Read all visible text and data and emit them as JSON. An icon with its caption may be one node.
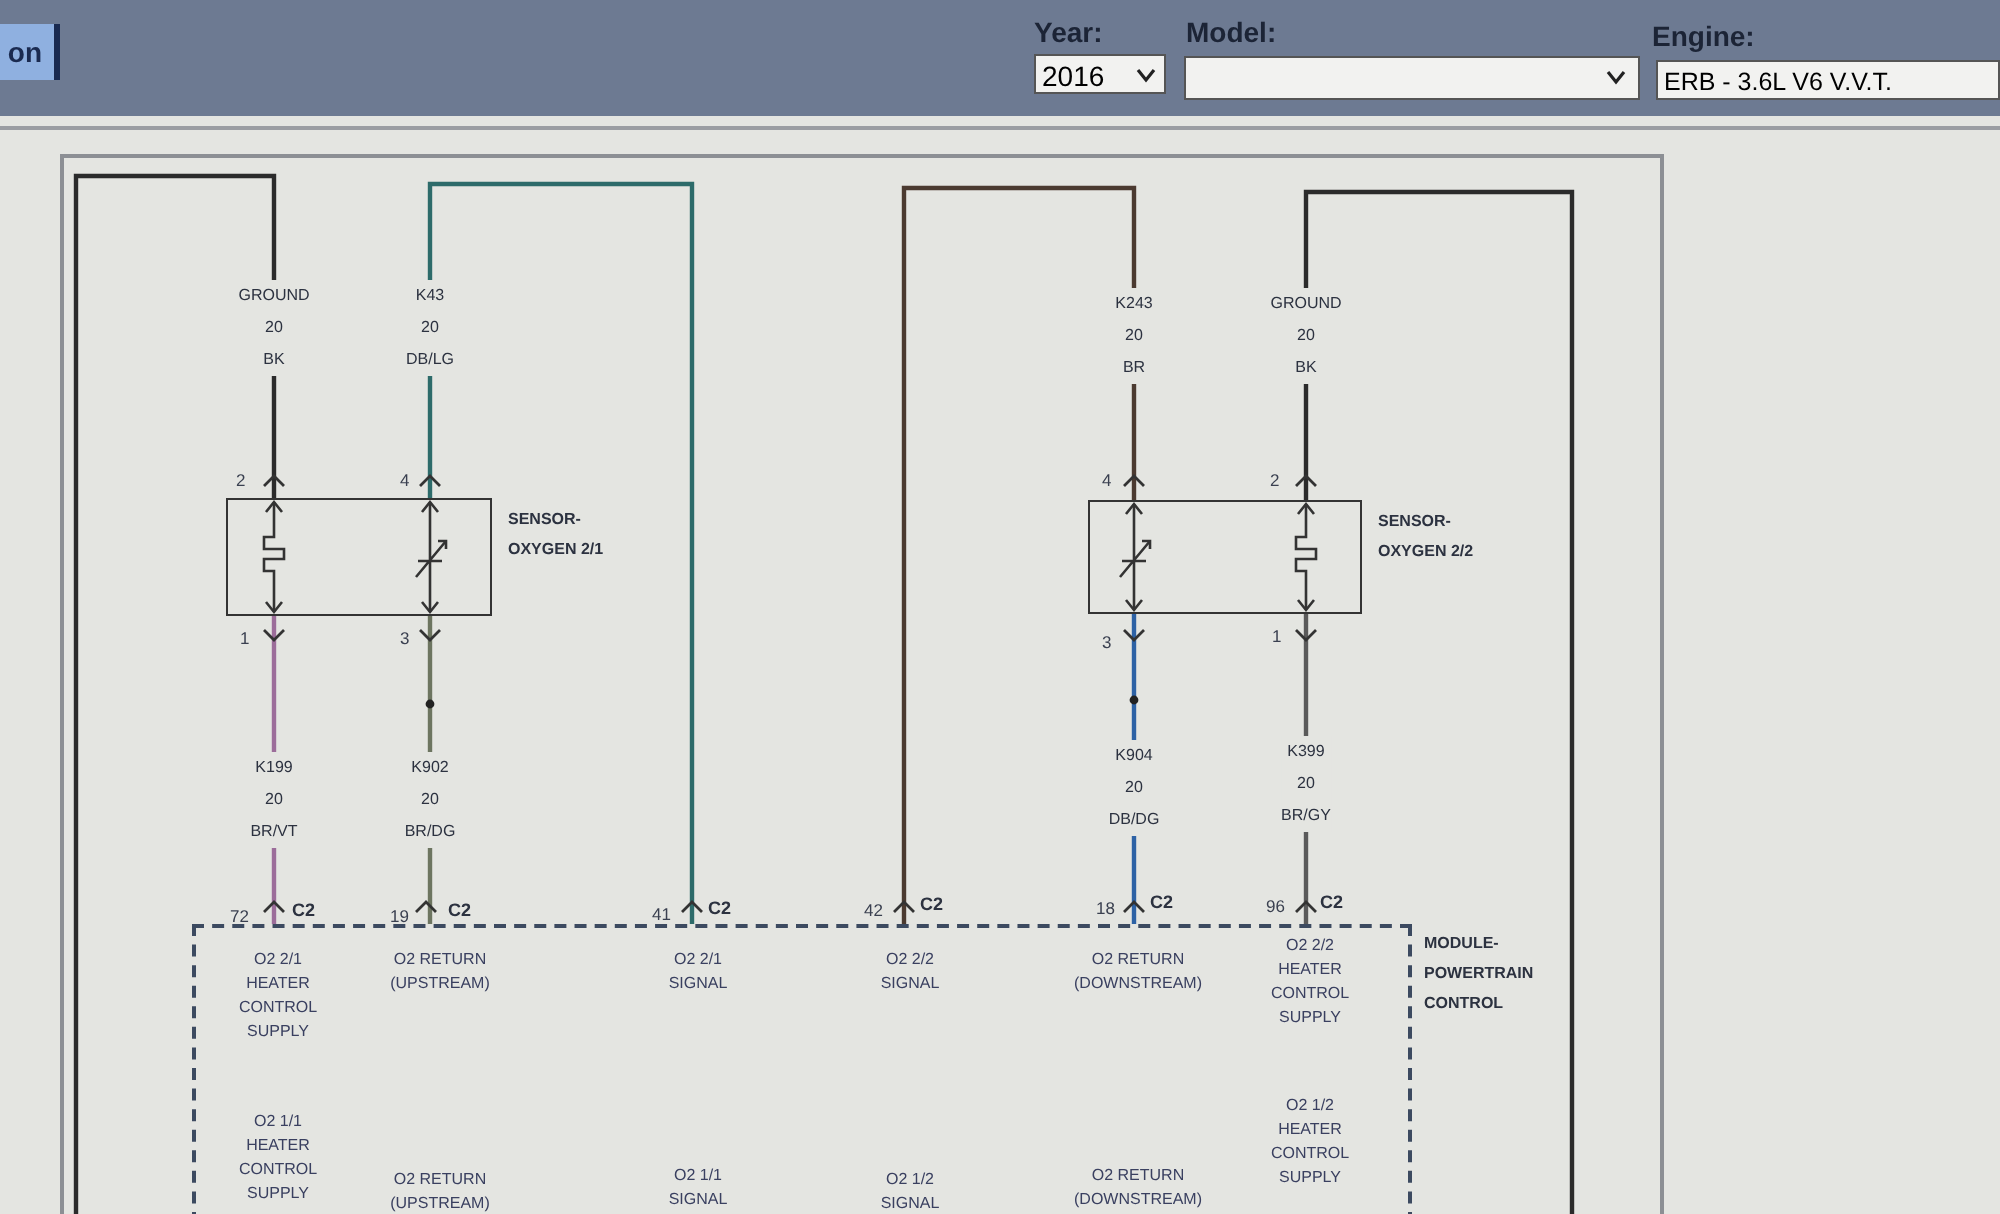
{
  "diagram": {
    "nodes": [
      {
        "text": [
          "SENSOR- OXYGEN 2/1"
        ]
      },
      {
        "text": [
          "SENSOR- OXYGEN 2/2"
        ]
      },
      {
        "text": [
          "MODULE- POWERTRAIN CONTROL",
          "O2 2/1 HEATER CONTROL SUPPLY",
          "O2 RETURN (UPSTREAM)",
          "O2 2/1 SIGNAL",
          "O2 2/2 SIGNAL",
          "O2 RETURN (DOWNSTREAM)",
          "O2 2/2 HEATER CONTROL SUPPLY",
          "O2 1/1 HEATER CONTROL SUPPLY",
          "O2 RETURN (UPSTREAM)",
          "O2 1/1 SIGNAL",
          "O2 1/2 SIGNAL",
          "O2 RETURN (DOWNSTREAM)",
          "O2 1/2 HEATER CONTROL SUPPLY"
        ]
      }
    ],
    "edges": [
      {
        "from": 0,
        "to": null,
        "arrow": "none",
        "label": "GROUND 20 BK"
      },
      {
        "from": 0,
        "to": 2,
        "arrow": "none",
        "label": "K43 20 DB/LG",
        "color": "#2d6b6a"
      },
      {
        "from": 0,
        "to": 2,
        "arrow": "none",
        "label": "K199 20 BR/VT",
        "color": "#9c6d9a"
      },
      {
        "from": 0,
        "to": 2,
        "arrow": "none",
        "label": "K902 20 BR/DG",
        "color": "#6d7560"
      },
      {
        "from": 1,
        "to": 2,
        "arrow": "none",
        "label": "K243 20 BR",
        "color": "#4b3a30"
      },
      {
        "from": 1,
        "to": null,
        "arrow": "none",
        "label": "GROUND 20 BK"
      },
      {
        "from": 1,
        "to": 2,
        "arrow": "none",
        "label": "K904 20 DB/DG",
        "color": "#2d62a5"
      },
      {
        "from": 1,
        "to": 2,
        "arrow": "none",
        "label": "K399 20 BR/GY",
        "color": "#5a5a5a"
      }
    ],
    "labels": [
      "on",
      "Year:",
      "Model:",
      "Engine:",
      "2016",
      "ERB - 3.6L V6 V.V.T.",
      "2",
      "4",
      "4",
      "2",
      "1",
      "3",
      "3",
      "1",
      "72",
      "C2",
      "19",
      "C2",
      "41",
      "C2",
      "42",
      "C2",
      "18",
      "C2",
      "96",
      "C2"
    ]
  }
}
